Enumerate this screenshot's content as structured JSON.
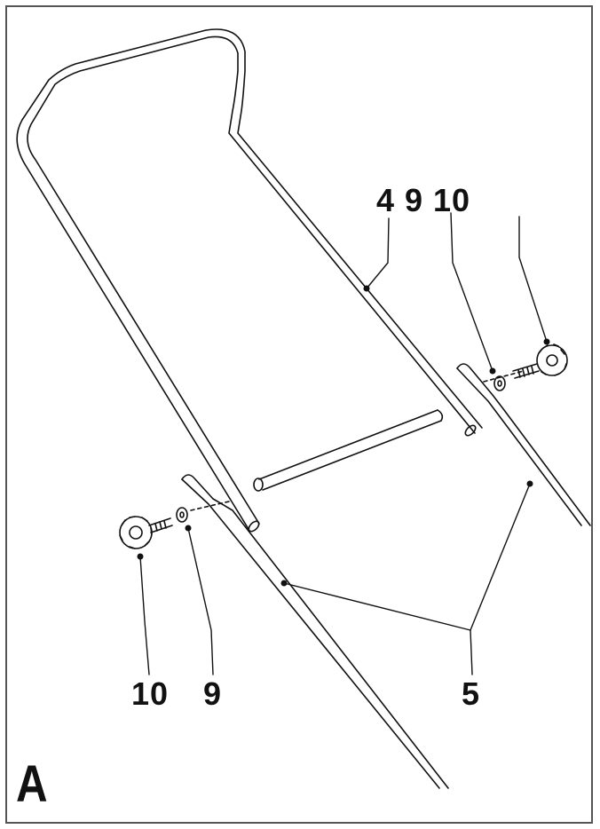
{
  "figure": {
    "letter": "A",
    "callouts": {
      "top_left": "4",
      "top_mid": "9",
      "top_right": "10",
      "bottom_left": "10",
      "bottom_mid": "9",
      "bottom_right": "5"
    }
  },
  "colors": {
    "line": "#111111",
    "fill": "#ffffff",
    "border": "#555555"
  }
}
